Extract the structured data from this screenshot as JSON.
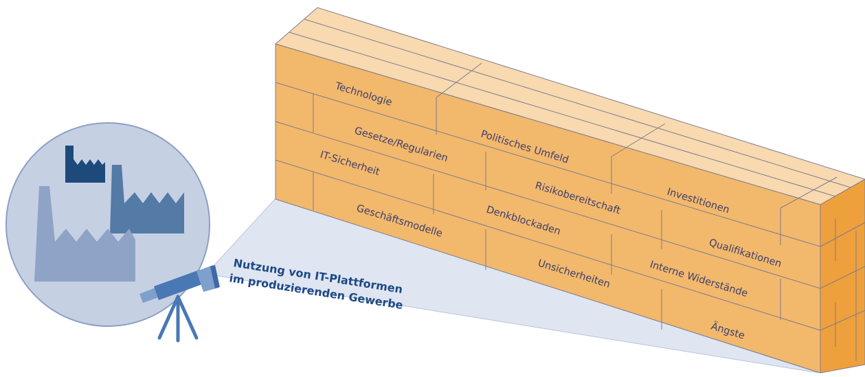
{
  "caption": {
    "line1": "Nutzung von IT-Plattformen",
    "line2": "im produzierenden Gewerbe"
  },
  "wall_labels": {
    "technologie": "Technologie",
    "politisches_umfeld": "Politisches Umfeld",
    "gesetze": "Gesetze/Regularien",
    "it_sicherheit": "IT-Sicherheit",
    "risikobereitschaft": "Risikobereitschaft",
    "investitionen": "Investitionen",
    "geschaeftsmodelle": "Geschäftsmodelle",
    "denkblockaden": "Denkblockaden",
    "qualifikationen": "Qualifikationen",
    "unsicherheiten": "Unsicherheiten",
    "interne_widerstaende": "Interne Widerstände",
    "aengste": "Ängste"
  },
  "colors": {
    "brick_front": "#f2b86c",
    "brick_top": "#f8d9b0",
    "brick_side": "#eea03c",
    "cone": "#dfe5f1",
    "circle": "#c6d0e3",
    "factory_dark": "#1d4a7a",
    "factory_mid": "#547aa6",
    "factory_light": "#8ea3c6",
    "telescope": "#4a78b4",
    "label_text": "#3d3f6e",
    "caption_text": "#1d4a86"
  },
  "icons": [
    "factory-icon",
    "telescope-icon"
  ]
}
